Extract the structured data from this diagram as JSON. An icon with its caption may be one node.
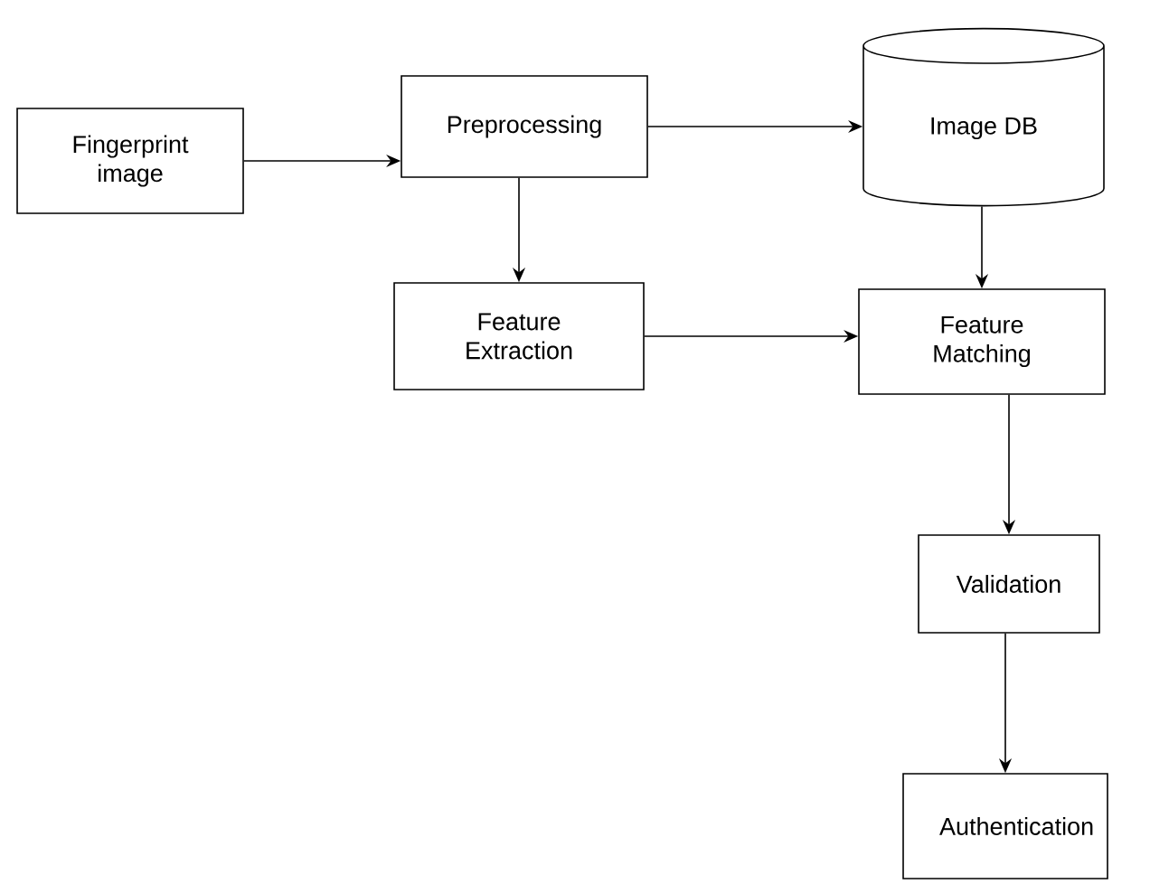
{
  "diagram": {
    "nodes": [
      {
        "text": [
          "Fingerprint image"
        ]
      },
      {
        "text": [
          "Preprocessing"
        ]
      },
      {
        "text": [
          "Image DB"
        ]
      },
      {
        "text": [
          "Feature Extraction"
        ]
      },
      {
        "text": [
          "Feature Matching"
        ]
      },
      {
        "text": [
          "Validation"
        ]
      },
      {
        "text": [
          "Authentication"
        ]
      }
    ],
    "edges": [
      {
        "from": 0,
        "to": 1,
        "arrow": "to"
      },
      {
        "from": 1,
        "to": 2,
        "arrow": "to"
      },
      {
        "from": 1,
        "to": 3,
        "arrow": "to"
      },
      {
        "from": 2,
        "to": 4,
        "arrow": "to"
      },
      {
        "from": 3,
        "to": 4,
        "arrow": "to"
      },
      {
        "from": 4,
        "to": 5,
        "arrow": "to"
      },
      {
        "from": 5,
        "to": 6,
        "arrow": "to"
      }
    ]
  }
}
